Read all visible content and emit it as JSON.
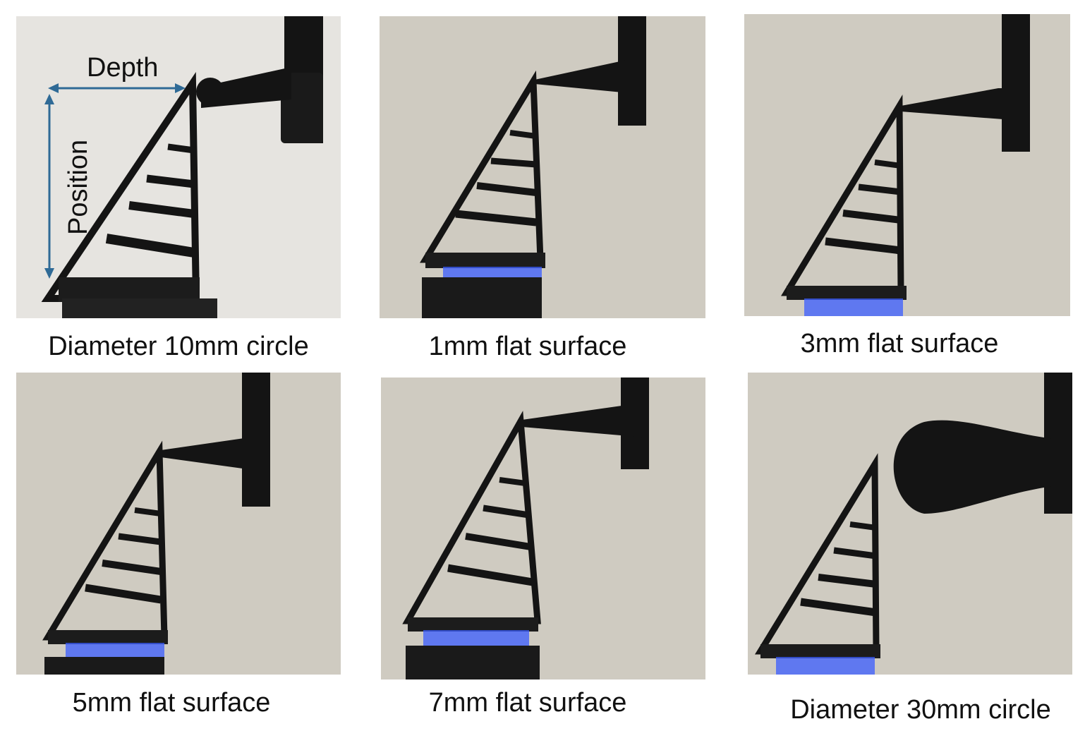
{
  "annotations": {
    "depth_label": "Depth",
    "position_label": "Position",
    "arrow_color": "#2f6a96"
  },
  "panels": [
    {
      "id": "p1",
      "caption": "Diameter 10mm circle",
      "indenter": "small-circle"
    },
    {
      "id": "p2",
      "caption": "1mm flat surface",
      "indenter": "flat"
    },
    {
      "id": "p3",
      "caption": "3mm flat surface",
      "indenter": "flat"
    },
    {
      "id": "p4",
      "caption": "5mm flat surface",
      "indenter": "flat"
    },
    {
      "id": "p5",
      "caption": "7mm flat surface",
      "indenter": "flat"
    },
    {
      "id": "p6",
      "caption": "Diameter 30mm circle",
      "indenter": "large-circle"
    }
  ],
  "colors": {
    "background": "#cfcbc1",
    "background_light": "#e8e6e2",
    "frame": "#141414",
    "led_glow": "#3a5cff"
  }
}
